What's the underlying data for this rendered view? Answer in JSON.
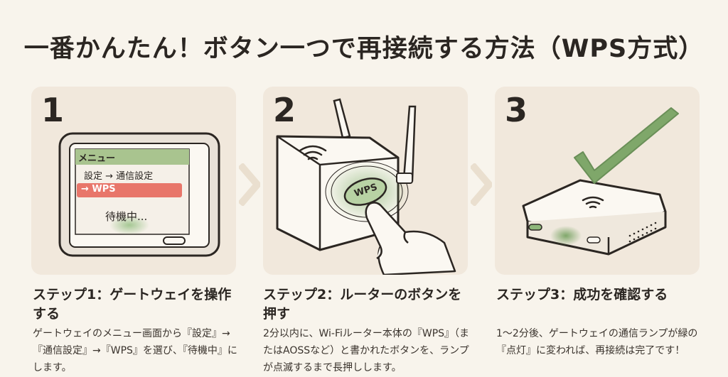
{
  "title": "一番かんたん！ボタン一つで再接続する方法（WPS方式）",
  "colors": {
    "background": "#f8f4ec",
    "panel": "#f1e8dc",
    "accent_green": "#7fa76a",
    "accent_red": "#e8766a",
    "text": "#2b2622"
  },
  "steps": [
    {
      "number": "1",
      "title": "ステップ1：ゲートウェイを操作する",
      "description": "ゲートウェイのメニュー画面から『設定』→『通信設定』→『WPS』を選び、『待機中』にします。",
      "screen": {
        "menu_title": "メニュー",
        "item1": "設定 → 通信設定",
        "item2": "→ WPS",
        "status": "待機中..."
      }
    },
    {
      "number": "2",
      "title": "ステップ2：ルーターのボタンを押す",
      "description": "2分以内に、Wi-Fiルーター本体の『WPS』（またはAOSSなど）と書かれたボタンを、ランプが点滅するまで長押しします。",
      "button_label": "WPS"
    },
    {
      "number": "3",
      "title": "ステップ3：成功を確認する",
      "description": "1〜2分後、ゲートウェイの通信ランプが緑の『点灯』に変われば、再接続は完了です！"
    }
  ],
  "icons": [
    "wifi-icon",
    "check-icon",
    "chevron-right-icon",
    "finger-icon"
  ]
}
